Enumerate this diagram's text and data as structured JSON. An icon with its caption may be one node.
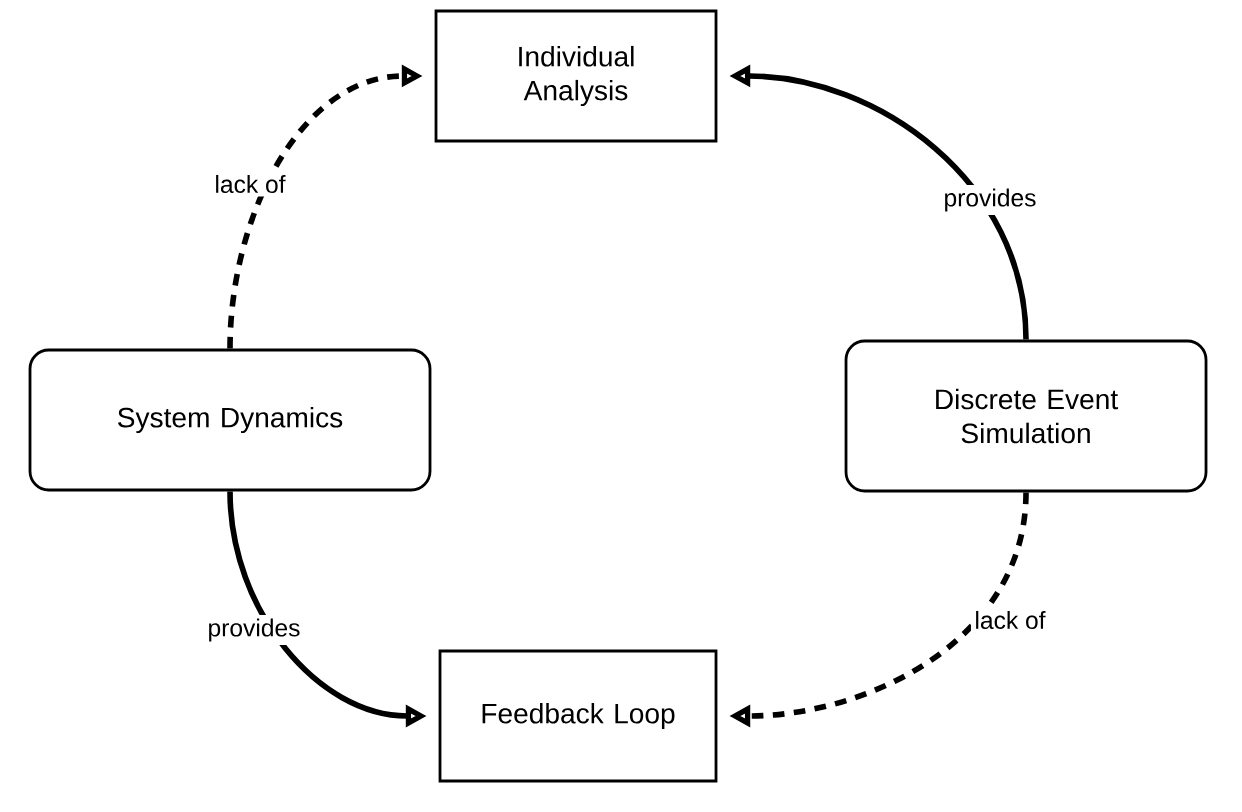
{
  "diagram": {
    "nodes": [
      {
        "text": [
          "Individual Analysis"
        ]
      },
      {
        "text": [
          "System Dynamics"
        ]
      },
      {
        "text": [
          "Discrete Event Simulation"
        ]
      },
      {
        "text": [
          "Feedback Loop"
        ]
      }
    ],
    "edges": [
      {
        "from": 1,
        "to": 0,
        "arrow": "to",
        "label": "lack of",
        "style": "dashed"
      },
      {
        "from": 2,
        "to": 0,
        "arrow": "to",
        "label": "provides"
      },
      {
        "from": 1,
        "to": 3,
        "arrow": "to",
        "label": "provides"
      },
      {
        "from": 2,
        "to": 3,
        "arrow": "to",
        "label": "lack of",
        "style": "dashed"
      }
    ]
  }
}
